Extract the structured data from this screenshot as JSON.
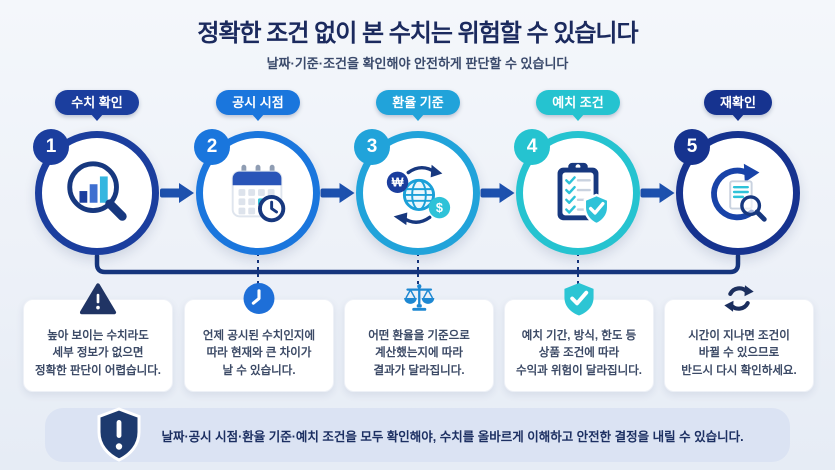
{
  "header": {
    "title": "정확한 조건 없이 본 수치는 위험할 수 있습니다",
    "subtitle": "날짜·기준·조건을 확인해야 안전하게 판단할 수 있습니다"
  },
  "steps": [
    {
      "number": "1",
      "label": "수치 확인",
      "accent": "#1b3e9e",
      "icon": "magnifier-bar-chart",
      "caution_icon": "warning-triangle",
      "description": "높아 보이는 수치라도\n세부 정보가 없으면\n정확한 판단이 어렵습니다."
    },
    {
      "number": "2",
      "label": "공시 시점",
      "accent": "#1a76dd",
      "icon": "calendar-clock",
      "caution_icon": "clock",
      "description": "언제 공시된 수치인지에\n따라 현재와 큰 차이가\n날 수 있습니다."
    },
    {
      "number": "3",
      "label": "환율 기준",
      "accent": "#21a3da",
      "icon": "currency-exchange-globe",
      "caution_icon": "balance-scale",
      "description": "어떤 환율을 기준으로\n계산했는지에 따라\n결과가 달라집니다."
    },
    {
      "number": "4",
      "label": "예치 조건",
      "accent": "#25c3d0",
      "icon": "checklist-shield",
      "caution_icon": "shield-check",
      "description": "예치 기간, 방식, 한도 등\n상품 조건에 따라\n수익과 위험이 달라집니다."
    },
    {
      "number": "5",
      "label": "재확인",
      "accent": "#16338f",
      "icon": "document-recheck",
      "caution_icon": "refresh-arrows",
      "description": "시간이 지나면 조건이\n바뀔 수 있으므로\n반드시 다시 확인하세요."
    }
  ],
  "footer": {
    "icon": "shield-exclamation",
    "text": "날짜·공시 시점·환율 기준·예치 조건을 모두 확인해야, 수치를 올바르게 이해하고 안전한 결정을 내릴 수 있습니다."
  },
  "palette": {
    "background": "#edf1f8",
    "title_text": "#1b2a5e",
    "body_text": "#3c4a66",
    "connector": "#16357d",
    "arrow": "#1d51ae",
    "banner_bg": "#dbe3f3",
    "banner_shield": "#1d3a6e",
    "cyan": "#2ec2d8",
    "white": "#ffffff"
  }
}
